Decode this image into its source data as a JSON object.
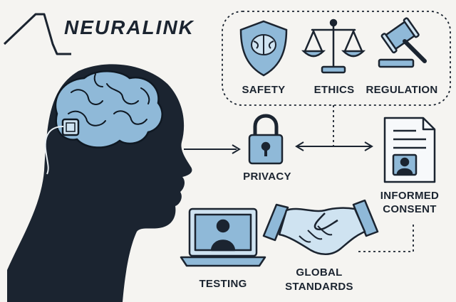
{
  "brand": {
    "name": "NEURALINK",
    "logo_icon": "neuralink-wave-logo"
  },
  "colors": {
    "ink": "#1b2430",
    "accent": "#8fb9d8",
    "background": "#f5f4f1"
  },
  "concepts": {
    "safety": {
      "label": "SAFETY",
      "icon": "shield-brain-icon"
    },
    "ethics": {
      "label": "ETHICS",
      "icon": "balance-scale-icon"
    },
    "regulation": {
      "label": "REGULATION",
      "icon": "gavel-icon"
    },
    "privacy": {
      "label": "PRIVACY",
      "icon": "padlock-icon"
    },
    "informed_consent": {
      "label_line1": "INFORMED",
      "label_line2": "CONSENT",
      "icon": "consent-document-icon"
    },
    "testing": {
      "label": "TESTING",
      "icon": "laptop-user-icon"
    },
    "global_standards": {
      "label_line1": "GLOBAL",
      "label_line2": "STANDARDS",
      "icon": "handshake-icon"
    }
  },
  "illustration": {
    "icon": "head-brain-implant-icon"
  }
}
